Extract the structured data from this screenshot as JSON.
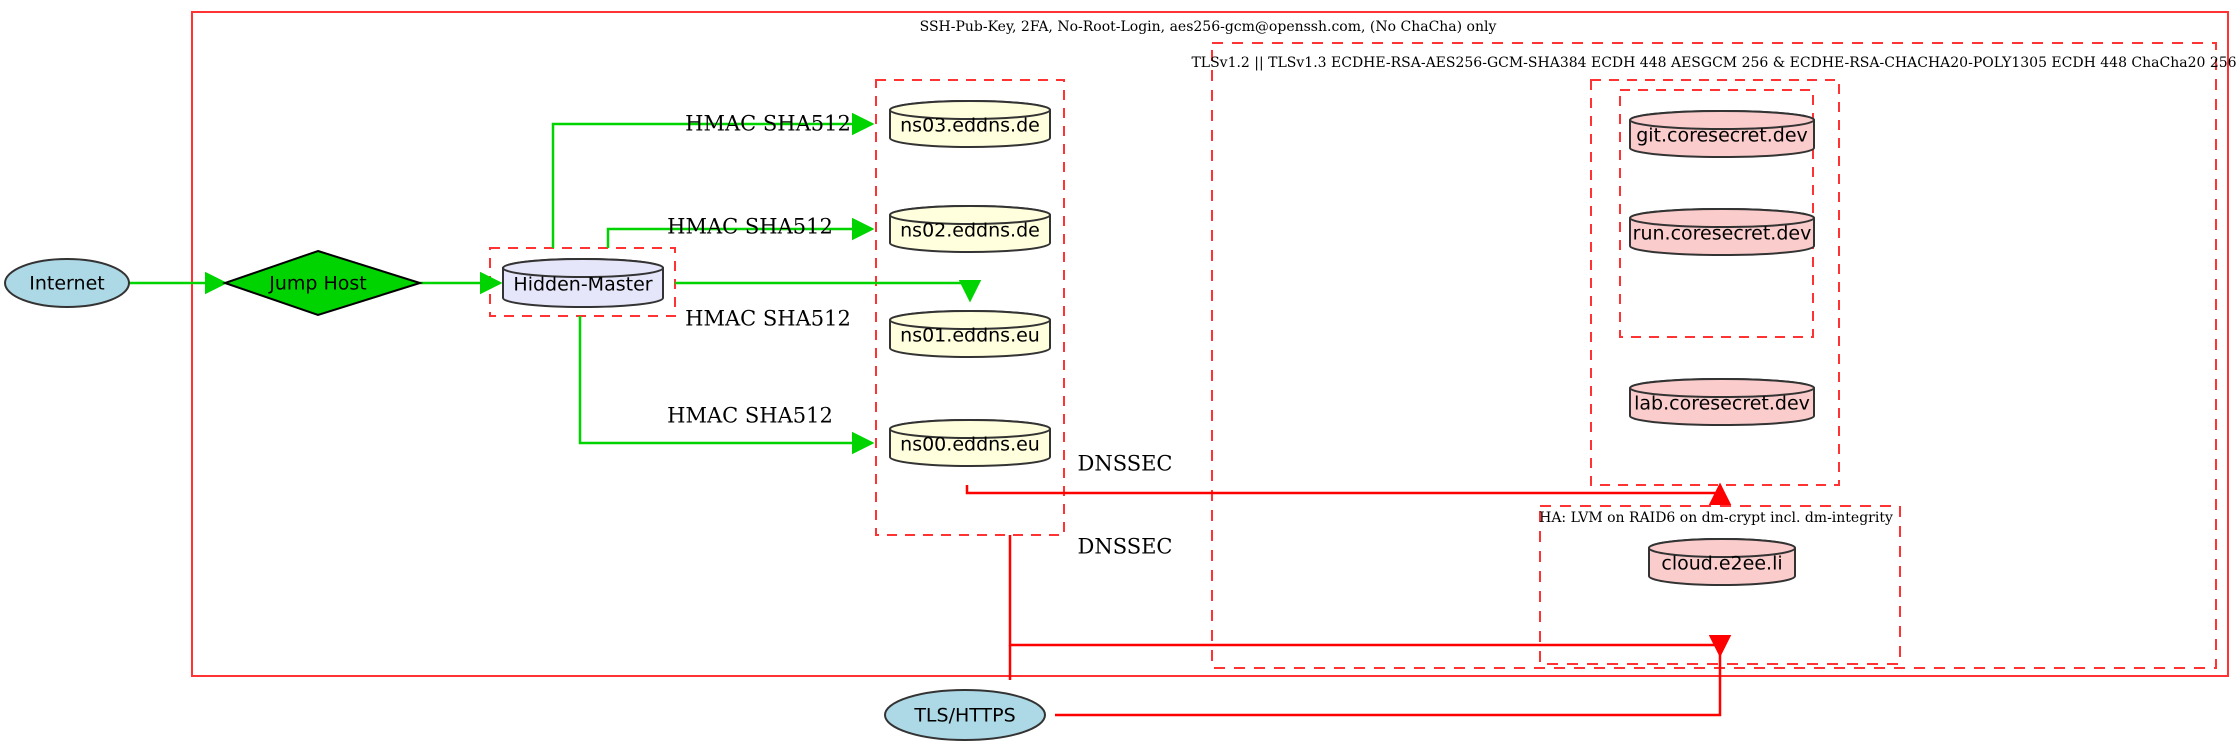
{
  "diagram": {
    "title_label": "SSH-Pub-Key, 2FA, No-Root-Login, aes256-gcm@openssh.com, (No ChaCha) only",
    "clusters": [
      {
        "id": "outer-ssh",
        "label": "SSH-Pub-Key, 2FA, No-Root-Login, aes256-gcm@openssh.com, (No ChaCha) only"
      },
      {
        "id": "tls-cluster",
        "label": "TLSv1.2 || TLSv1.3 ECDHE-RSA-AES256-GCM-SHA384 ECDH 448 AESGCM 256 & ECDHE-RSA-CHACHA20-POLY1305 ECDH 448 ChaCha20 256"
      },
      {
        "id": "ha-cluster",
        "label": "HA: LVM on RAID6 on dm-crypt incl. dm-integrity"
      }
    ],
    "nodes": [
      {
        "id": "internet",
        "label": "Internet",
        "shape": "ellipse",
        "fill": "#add8e6"
      },
      {
        "id": "jump-host",
        "label": "Jump Host",
        "shape": "diamond",
        "fill": "#00d400"
      },
      {
        "id": "hidden-master",
        "label": "Hidden-Master",
        "shape": "cylinder",
        "fill": "#e6e6fa"
      },
      {
        "id": "ns03",
        "label": "ns03.eddns.de",
        "shape": "cylinder",
        "fill": "#ffffdd"
      },
      {
        "id": "ns02",
        "label": "ns02.eddns.de",
        "shape": "cylinder",
        "fill": "#ffffdd"
      },
      {
        "id": "ns01",
        "label": "ns01.eddns.eu",
        "shape": "cylinder",
        "fill": "#ffffdd"
      },
      {
        "id": "ns00",
        "label": "ns00.eddns.eu",
        "shape": "cylinder",
        "fill": "#ffffdd"
      },
      {
        "id": "git-coresecret",
        "label": "git.coresecret.dev",
        "shape": "cylinder",
        "fill": "#fbcccc"
      },
      {
        "id": "run-coresecret",
        "label": "run.coresecret.dev",
        "shape": "cylinder",
        "fill": "#fbcccc"
      },
      {
        "id": "lab-coresecret",
        "label": "lab.coresecret.dev",
        "shape": "cylinder",
        "fill": "#fbcccc"
      },
      {
        "id": "cloud-e2ee",
        "label": "cloud.e2ee.li",
        "shape": "cylinder",
        "fill": "#fbcccc"
      },
      {
        "id": "tls-https",
        "label": "TLS/HTTPS",
        "shape": "ellipse",
        "fill": "#add8e6"
      }
    ],
    "edge_labels": {
      "hmac_ns03": "HMAC SHA512",
      "hmac_ns02": "HMAC SHA512",
      "hmac_ns01": "HMAC SHA512",
      "hmac_ns00": "HMAC SHA512",
      "dnssec_upper": "DNSSEC",
      "dnssec_lower": "DNSSEC"
    },
    "colors": {
      "edge_green": "#00d400",
      "edge_red": "#ff0000",
      "cluster_border": "#ff3333",
      "node_stroke": "#333333"
    }
  }
}
